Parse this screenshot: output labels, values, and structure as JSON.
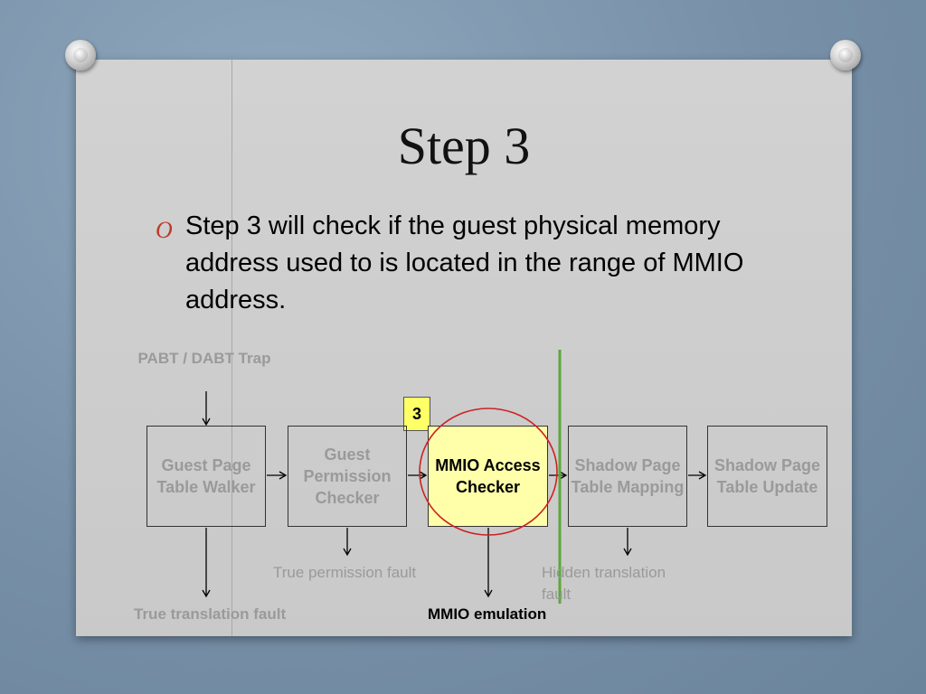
{
  "slide": {
    "title": "Step 3",
    "bullet_marker": "O",
    "bullet_text": "Step 3 will check if the guest physical memory address used to is located in the range of MMIO address."
  },
  "diagram": {
    "trap_label": "PABT / DABT Trap",
    "step_badge": "3",
    "boxes": [
      {
        "label": "Guest Page Table Walker"
      },
      {
        "label": "Guest Permission Checker"
      },
      {
        "label": "MMIO Access Checker"
      },
      {
        "label": "Shadow Page Table Mapping"
      },
      {
        "label": "Shadow Page Table Update"
      }
    ],
    "outputs": {
      "translation_fault": "True translation fault",
      "permission_fault": "True permission fault",
      "mmio_emulation": "MMIO emulation",
      "hidden_fault": "Hidden translation fault"
    },
    "colors": {
      "highlight_fill": "#ffffaa",
      "badge_fill": "#ffff66",
      "circle_stroke": "#cc2222",
      "marker_line": "#5aa83a",
      "bullet_marker": "#c0392b"
    }
  }
}
